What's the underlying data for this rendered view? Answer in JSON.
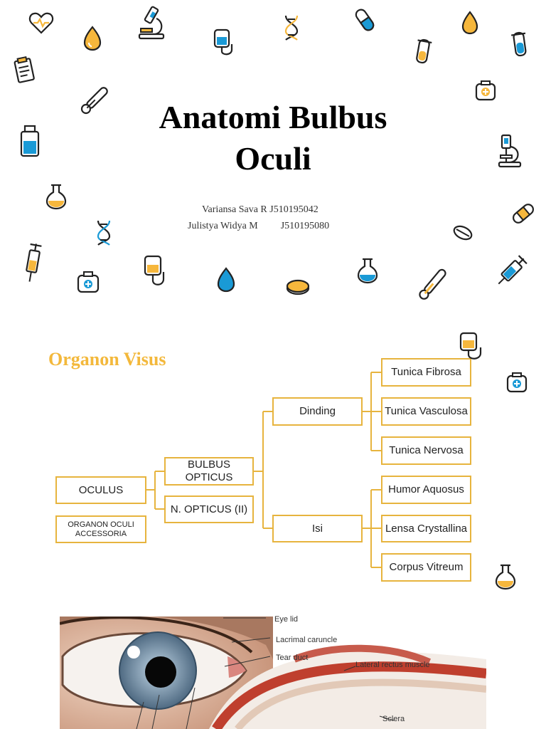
{
  "slide1": {
    "title_line1": "Anatomi Bulbus",
    "title_line2": "Oculi",
    "authors": [
      {
        "name": "Variansa Sava R",
        "id": "J510195042"
      },
      {
        "name": "Julistya Widya M",
        "id": "J510195080"
      }
    ],
    "icons": [
      "heart-rate-icon",
      "drop-icon",
      "microscope-icon",
      "iv-bag-icon",
      "dna-icon",
      "capsule-icon",
      "drop-icon",
      "test-tube-icon",
      "test-tube-icon",
      "clipboard-icon",
      "thermometer-icon",
      "first-aid-icon",
      "medicine-bottle-icon",
      "microscope-icon",
      "flask-icon",
      "dna-icon",
      "bandage-icon",
      "pill-icon",
      "syringe-icon",
      "first-aid-icon",
      "iv-bag-icon",
      "drop-icon",
      "pill-icon",
      "flask-icon",
      "thermometer-icon",
      "syringe-icon"
    ],
    "colors": {
      "yellow": "#f6b73c",
      "blue": "#1a9ad6",
      "outline": "#222222"
    }
  },
  "slide2": {
    "heading": "Organon Visus",
    "boxes": {
      "oculus": "OCULUS",
      "organon_oculi": "ORGANON OCULI ACCESSORIA",
      "bulbus": "BULBUS OPTICUS",
      "n_opticus": "N. OPTICUS (II)",
      "dinding": "Dinding",
      "isi": "Isi",
      "tunica_fibrosa": "Tunica Fibrosa",
      "tunica_vasculosa": "Tunica Vasculosa",
      "tunica_nervosa": "Tunica Nervosa",
      "humor_aquosus": "Humor Aquosus",
      "lensa": "Lensa Crystallina",
      "corpus": "Corpus Vitreum"
    },
    "icons": [
      "iv-bag-icon",
      "first-aid-icon",
      "flask-icon"
    ],
    "colors": {
      "accent": "#f3b83b",
      "box_border": "#e7b43e"
    }
  },
  "slide3": {
    "labels": {
      "eye_lid": "Eye lid",
      "lacrimal": "Lacrimal caruncle",
      "tear_duct": "Tear duct",
      "lateral_rectus": "Lateral rectus muscle",
      "sclera": "Sclera"
    }
  }
}
